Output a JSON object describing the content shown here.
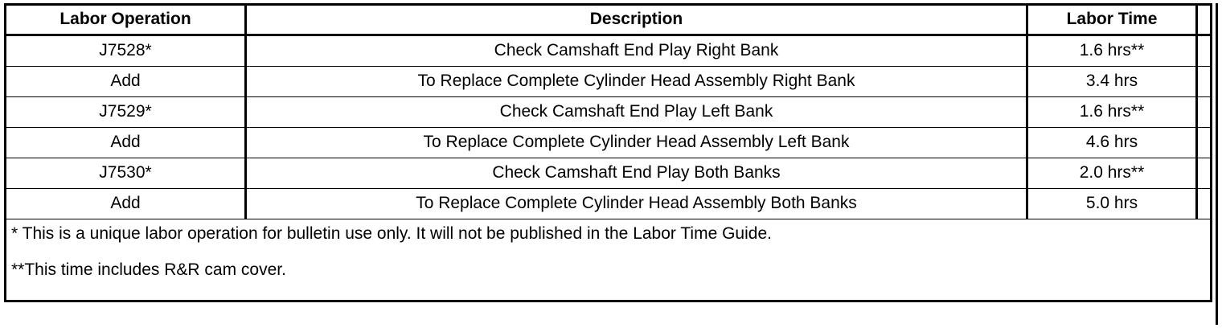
{
  "table": {
    "columns": [
      {
        "key": "labor_operation",
        "label": "Labor Operation"
      },
      {
        "key": "description",
        "label": "Description"
      },
      {
        "key": "labor_time",
        "label": "Labor Time"
      },
      {
        "key": "spacer",
        "label": ""
      }
    ],
    "rows": [
      {
        "labor_operation": "J7528*",
        "description": "Check Camshaft End Play Right Bank",
        "labor_time": "1.6 hrs**"
      },
      {
        "labor_operation": "Add",
        "description": "To Replace Complete Cylinder Head Assembly Right Bank",
        "labor_time": "3.4 hrs"
      },
      {
        "labor_operation": "J7529*",
        "description": "Check Camshaft End Play Left Bank",
        "labor_time": "1.6 hrs**"
      },
      {
        "labor_operation": "Add",
        "description": "To Replace Complete Cylinder Head Assembly Left Bank",
        "labor_time": "4.6 hrs"
      },
      {
        "labor_operation": "J7530*",
        "description": "Check Camshaft End Play Both Banks",
        "labor_time": "2.0 hrs**"
      },
      {
        "labor_operation": "Add",
        "description": "To Replace Complete Cylinder Head Assembly Both Banks",
        "labor_time": "5.0 hrs"
      }
    ],
    "footnotes": [
      "* This is a unique labor operation for bulletin use only. It will not be published in the Labor Time Guide.",
      "**This time includes R&R cam cover."
    ]
  },
  "colors": {
    "border": "#000000",
    "text": "#000000",
    "background": "#ffffff"
  }
}
